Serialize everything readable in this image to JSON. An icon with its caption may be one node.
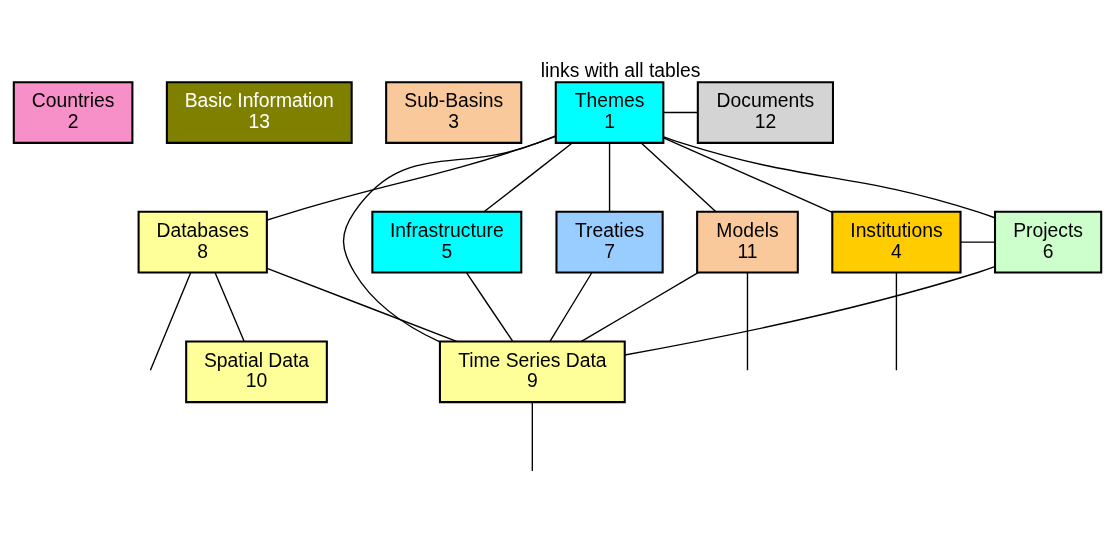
{
  "diagram": {
    "nodes": [
      {
        "text": [
          "Countries",
          "2"
        ]
      },
      {
        "text": [
          "Basic Information",
          "13"
        ]
      },
      {
        "text": [
          "Sub-Basins",
          "3"
        ]
      },
      {
        "text": [
          "Themes",
          "1"
        ]
      },
      {
        "text": [
          "Documents",
          "12"
        ],
        "beside": [
          "links with all tables"
        ]
      },
      {
        "text": [
          "Models",
          "11"
        ]
      },
      {
        "text": [
          "Databases",
          "8"
        ]
      },
      {
        "text": [
          "Institutions",
          "4"
        ]
      },
      {
        "text": [
          "Infrastructure",
          "5"
        ]
      },
      {
        "text": [
          "Projects",
          "6"
        ]
      },
      {
        "text": [
          "Treaties",
          "7"
        ]
      },
      {
        "text": [
          "Time Series Data",
          "9"
        ]
      },
      {
        "text": [
          "Spatial Data",
          "10"
        ]
      }
    ],
    "edges": [
      {
        "from": 3,
        "to": 4,
        "arrow": "none"
      },
      {
        "from": 3,
        "to": 7,
        "arrow": "none"
      },
      {
        "from": 3,
        "to": 8,
        "arrow": "none"
      },
      {
        "from": 3,
        "to": 9,
        "arrow": "none"
      },
      {
        "from": 3,
        "to": 10,
        "arrow": "none"
      },
      {
        "from": 3,
        "to": 11,
        "arrow": "none"
      },
      {
        "from": 3,
        "to": 6,
        "arrow": "none"
      },
      {
        "from": 3,
        "to": 5,
        "arrow": "none"
      },
      {
        "from": 6,
        "to": 11,
        "arrow": "none"
      },
      {
        "from": 6,
        "to": 12,
        "arrow": "none"
      },
      {
        "from": 5,
        "to": 11,
        "arrow": "none"
      },
      {
        "from": 7,
        "to": 9,
        "arrow": "none"
      },
      {
        "from": 8,
        "to": 11,
        "arrow": "none"
      },
      {
        "from": 9,
        "to": 11,
        "arrow": "none"
      },
      {
        "from": 10,
        "to": 11,
        "arrow": "none"
      },
      {
        "from": 7,
        "to": null,
        "arrow": "none"
      },
      {
        "from": 11,
        "to": null,
        "arrow": "none"
      },
      {
        "from": 6,
        "to": null,
        "arrow": "none"
      },
      {
        "from": 5,
        "to": null,
        "arrow": "none"
      }
    ]
  }
}
